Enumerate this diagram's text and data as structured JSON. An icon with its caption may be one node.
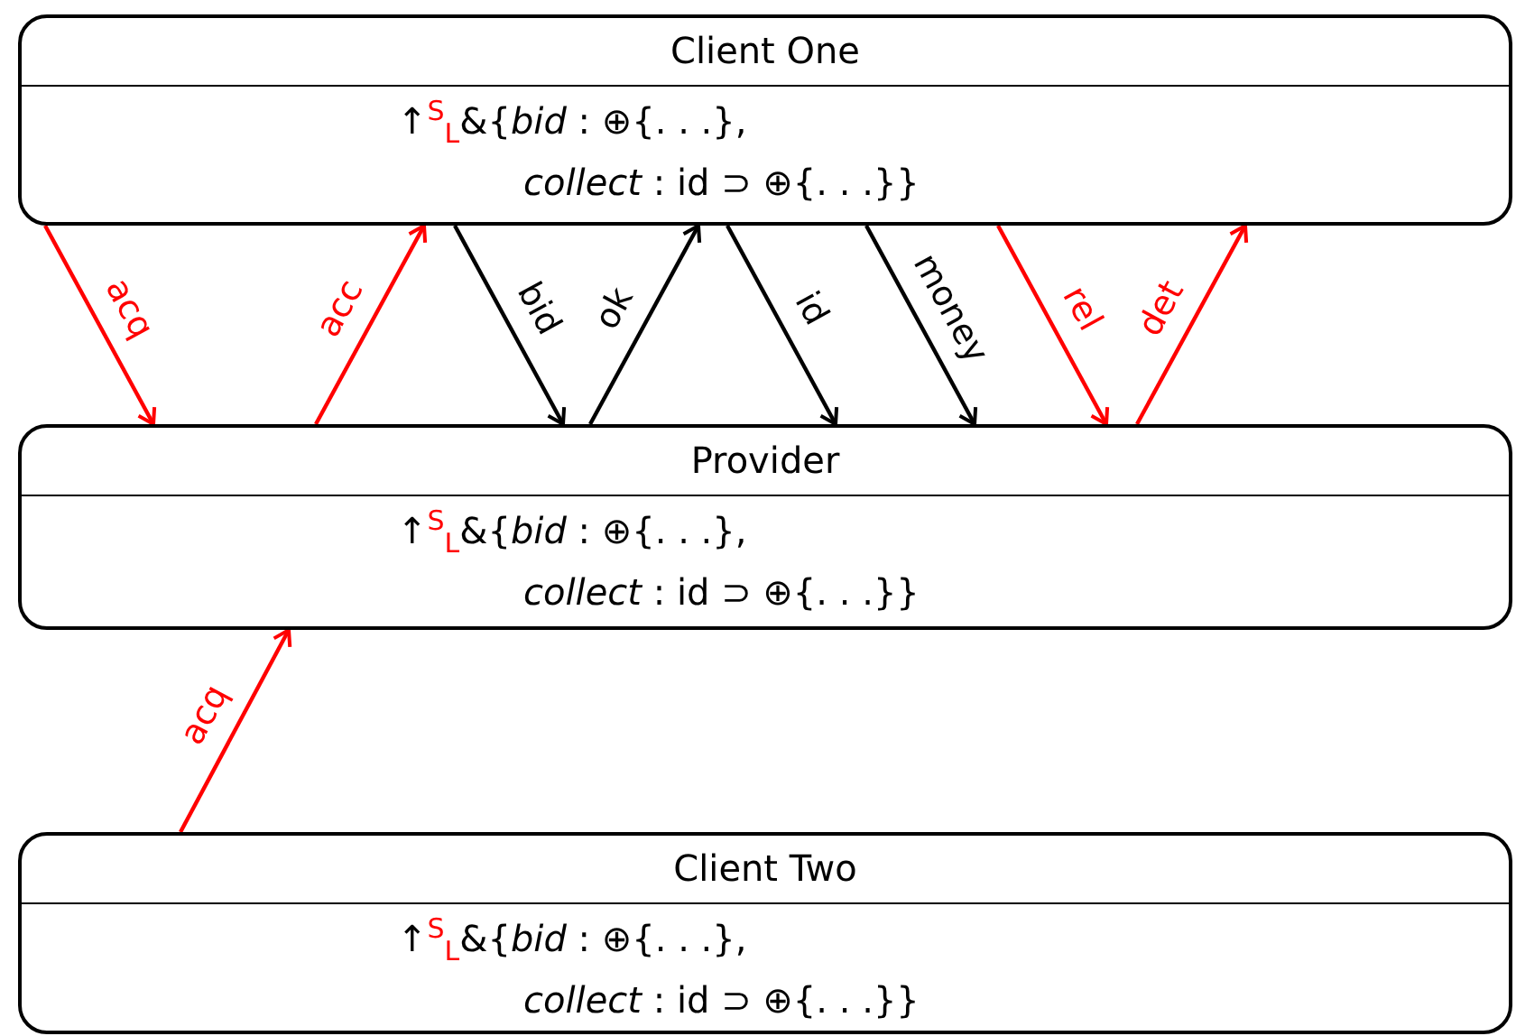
{
  "diagram": {
    "nodes": [
      {
        "text": [
          "Client One",
          "↑$^{S}$$_{L}$&{*bid* : ⊕{. . .}, *collect* : id ⊃ ⊕{. . .}}"
        ]
      },
      {
        "text": [
          "Provider",
          "↑$^{S}$$_{L}$&{*bid* : ⊕{. . .}, *collect* : id ⊃ ⊕{. . .}}"
        ]
      },
      {
        "text": [
          "Client Two",
          "↑$^{S}$$_{L}$&{*bid* : ⊕{. . .}, *collect* : id ⊃ ⊕{. . .}}"
        ]
      }
    ],
    "edges": [
      {
        "from": 0,
        "to": 1,
        "arrow": "to",
        "label": "acq"
      },
      {
        "from": 1,
        "to": 0,
        "arrow": "to",
        "label": "acc"
      },
      {
        "from": 0,
        "to": 1,
        "arrow": "to",
        "label": "bid",
        "color": "#000000"
      },
      {
        "from": 1,
        "to": 0,
        "arrow": "to",
        "label": "ok",
        "color": "#000000"
      },
      {
        "from": 0,
        "to": 1,
        "arrow": "to",
        "label": "id",
        "color": "#000000"
      },
      {
        "from": 0,
        "to": 1,
        "arrow": "to",
        "label": "money",
        "color": "#000000"
      },
      {
        "from": 0,
        "to": 1,
        "arrow": "to",
        "label": "rel"
      },
      {
        "from": 1,
        "to": 0,
        "arrow": "to",
        "label": "det"
      },
      {
        "from": 2,
        "to": 1,
        "arrow": "to",
        "label": "acq"
      }
    ]
  }
}
